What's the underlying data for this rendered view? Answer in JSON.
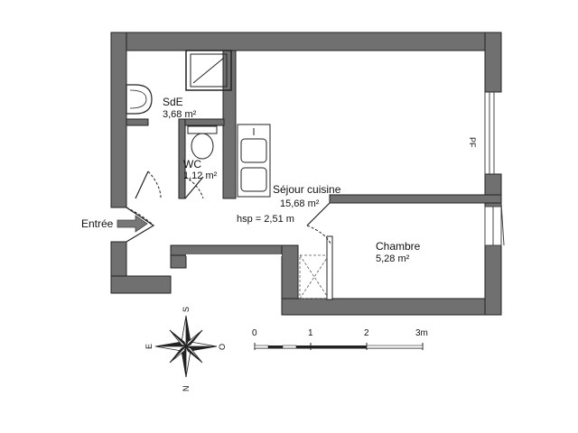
{
  "rooms": {
    "sde": {
      "name": "SdE",
      "area": "3,68 m²"
    },
    "wc": {
      "name": "WC",
      "area": "1,12 m²"
    },
    "sejour": {
      "name": "Séjour cuisine",
      "area": "15,68 m²"
    },
    "chambre": {
      "name": "Chambre",
      "area": "5,28 m²"
    }
  },
  "labels": {
    "hsp": "hsp = 2,51 m",
    "entree": "Entrée",
    "pf": "PF"
  },
  "scale": {
    "ticks": [
      "0",
      "1",
      "2",
      "3m"
    ]
  },
  "compass": {
    "n": "N",
    "s": "S",
    "e": "E",
    "o": "O"
  },
  "colors": {
    "wall": "#707070",
    "wall_stroke": "#222222"
  }
}
